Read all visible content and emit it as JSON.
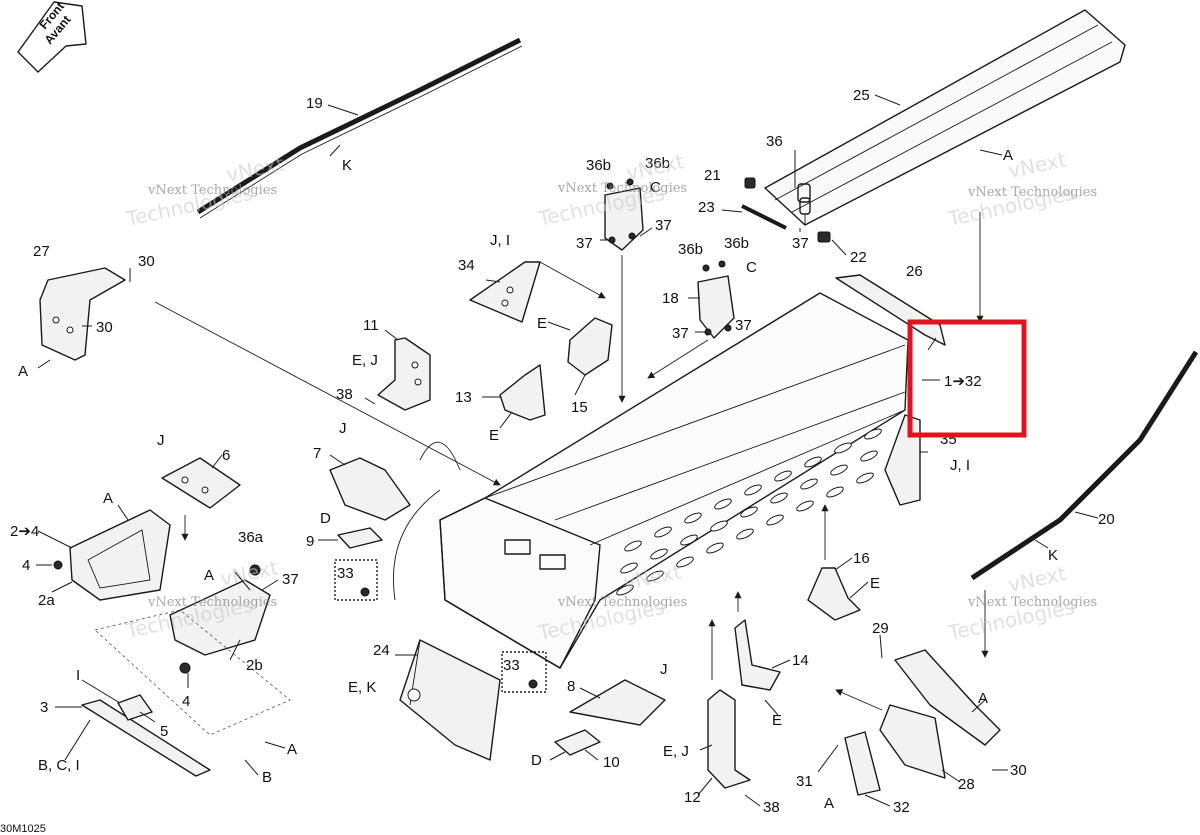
{
  "front_label": {
    "line1": "Front",
    "line2": "Avant"
  },
  "drawing_code": "30M1025",
  "watermark": {
    "line1": "vNext Technologies",
    "line2": "Technologies",
    "line3": "vNext"
  },
  "highlight_label": "1➔32",
  "callouts": {
    "c19": "19",
    "cK1": "K",
    "c25": "25",
    "cA1": "A",
    "c36": "36",
    "c36b1": "36b",
    "c36b2": "36b",
    "cC1": "C",
    "c37a": "37",
    "c37b": "37",
    "c21": "21",
    "c23": "23",
    "c37c": "37",
    "c22": "22",
    "cJI1": "J, I",
    "c34": "34",
    "c36b3": "36b",
    "c36b4": "36b",
    "cC2": "C",
    "c18": "18",
    "c37d": "37",
    "c37e": "37",
    "c26": "26",
    "c27": "27",
    "c30a": "30",
    "c30b": "30",
    "cA2": "A",
    "c11": "11",
    "cEJ1": "E, J",
    "c38a": "38",
    "cE1": "E",
    "c15": "15",
    "c13": "13",
    "cE2": "E",
    "c35": "35",
    "cJI2": "J, I",
    "cJ1": "J",
    "c6": "6",
    "c7": "7",
    "cJ2": "J",
    "cA3": "A",
    "c2arrow4": "2➔4",
    "c4a": "4",
    "c2a": "2a",
    "cD1": "D",
    "c9": "9",
    "c33a": "33",
    "c36a": "36a",
    "cA4": "A",
    "c37f": "37",
    "c2b": "2b",
    "cI1": "I",
    "c4b": "4",
    "c3": "3",
    "c5": "5",
    "cBCI": "B, C, I",
    "cA5": "A",
    "cB1": "B",
    "c24": "24",
    "cEK": "E, K",
    "c33b": "33",
    "cJ3": "J",
    "c8": "8",
    "cD2": "D",
    "c10": "10",
    "c16": "16",
    "cE3": "E",
    "c14": "14",
    "cE4": "E",
    "cEJ2": "E, J",
    "c12": "12",
    "c38b": "38",
    "c20": "20",
    "cK2": "K",
    "c29": "29",
    "c30c": "30",
    "cA6": "A",
    "c28": "28",
    "c31": "31",
    "cA7": "A",
    "c32": "32"
  },
  "colors": {
    "line": "#1a1a1a",
    "highlight": "#e0141e",
    "watermark": "#8a8a8a"
  }
}
